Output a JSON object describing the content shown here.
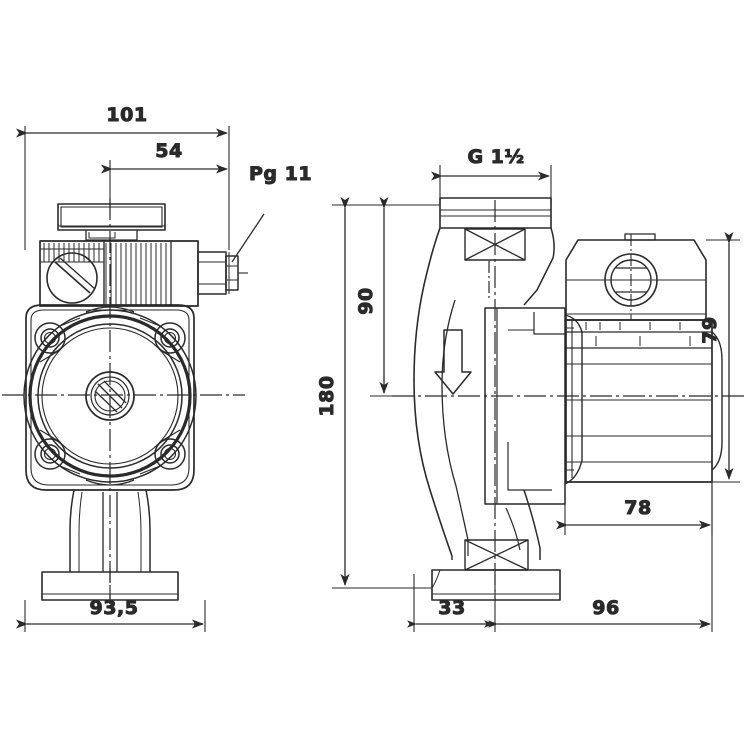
{
  "drawing": {
    "title": "Circulation pump dimensional drawing",
    "units": "mm",
    "line_color": "#2b2a2a",
    "background_color": "#ffffff",
    "views": [
      {
        "name": "front-view",
        "position": "left"
      },
      {
        "name": "side-view",
        "position": "right"
      }
    ]
  },
  "dimensions": {
    "front_overall_width": "101",
    "front_inner_width": "54",
    "front_flange_width": "93,5",
    "terminal_gland": "Pg 11",
    "side_port_thread": "G 1½",
    "side_height_to_axis": "90",
    "side_total_height": "180",
    "side_motor_height": "79",
    "side_motor_offset": "78",
    "side_inlet_offset": "33",
    "side_motor_length": "96"
  },
  "annotations": {
    "flow_arrow": "flow-direction-arrow",
    "center_mark": "center-axis-crosshair"
  }
}
